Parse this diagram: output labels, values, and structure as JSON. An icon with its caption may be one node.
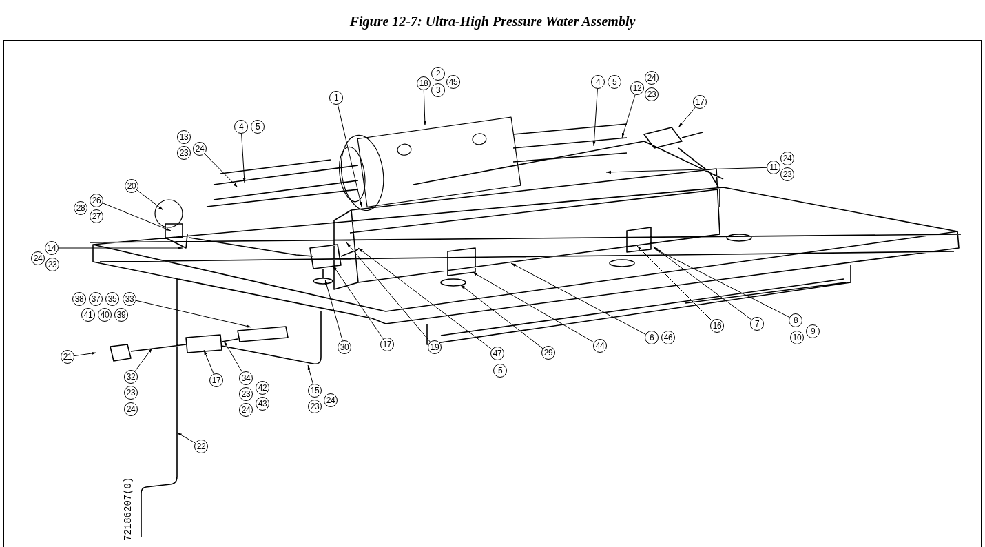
{
  "diagram": {
    "title": "Figure 12-7:  Ultra-High Pressure Water Assembly",
    "nodes": [
      {
        "text": [
          "18",
          "2",
          "3",
          "45"
        ]
      },
      {
        "text": [
          "4",
          "5"
        ]
      },
      {
        "text": [
          "12",
          "24",
          "23"
        ]
      },
      {
        "text": [
          "17"
        ]
      },
      {
        "text": [
          "1"
        ]
      },
      {
        "text": [
          "4",
          "5"
        ]
      },
      {
        "text": [
          "13",
          "23",
          "24"
        ]
      },
      {
        "text": [
          "11",
          "24",
          "23"
        ]
      },
      {
        "text": [
          "20"
        ]
      },
      {
        "text": [
          "28",
          "26",
          "27"
        ]
      },
      {
        "text": [
          "14",
          "24",
          "23"
        ]
      },
      {
        "text": [
          "38",
          "37",
          "35",
          "33",
          "41",
          "40",
          "39"
        ]
      },
      {
        "text": [
          "21"
        ]
      },
      {
        "text": [
          "32",
          "23",
          "24"
        ]
      },
      {
        "text": [
          "17"
        ]
      },
      {
        "text": [
          "34",
          "23",
          "42",
          "24",
          "43"
        ]
      },
      {
        "text": [
          "15",
          "23",
          "24"
        ]
      },
      {
        "text": [
          "22"
        ]
      },
      {
        "text": [
          "30"
        ]
      },
      {
        "text": [
          "17"
        ]
      },
      {
        "text": [
          "19"
        ]
      },
      {
        "text": [
          "47",
          "5"
        ]
      },
      {
        "text": [
          "29"
        ]
      },
      {
        "text": [
          "44"
        ]
      },
      {
        "text": [
          "6",
          "46"
        ]
      },
      {
        "text": [
          "16"
        ]
      },
      {
        "text": [
          "7"
        ]
      },
      {
        "text": [
          "8",
          "9",
          "10"
        ]
      }
    ],
    "edges": [
      {
        "from": 0,
        "to": null,
        "arrow": "to"
      },
      {
        "from": 1,
        "to": null,
        "arrow": "to"
      },
      {
        "from": 2,
        "to": null,
        "arrow": "to"
      },
      {
        "from": 3,
        "to": null,
        "arrow": "to"
      },
      {
        "from": 4,
        "to": null,
        "arrow": "to"
      },
      {
        "from": 5,
        "to": null,
        "arrow": "to"
      },
      {
        "from": 6,
        "to": null,
        "arrow": "to"
      },
      {
        "from": 7,
        "to": null,
        "arrow": "to"
      },
      {
        "from": 8,
        "to": null,
        "arrow": "to"
      },
      {
        "from": 9,
        "to": null,
        "arrow": "to"
      },
      {
        "from": 10,
        "to": null,
        "arrow": "to"
      },
      {
        "from": 11,
        "to": null,
        "arrow": "to"
      },
      {
        "from": 12,
        "to": null,
        "arrow": "to"
      },
      {
        "from": 13,
        "to": null,
        "arrow": "to"
      },
      {
        "from": 14,
        "to": null,
        "arrow": "to"
      },
      {
        "from": 15,
        "to": null,
        "arrow": "to"
      },
      {
        "from": 16,
        "to": null,
        "arrow": "to"
      },
      {
        "from": 17,
        "to": null,
        "arrow": "to"
      },
      {
        "from": 18,
        "to": null,
        "arrow": "to"
      },
      {
        "from": 19,
        "to": null,
        "arrow": "to"
      },
      {
        "from": 20,
        "to": null,
        "arrow": "to"
      },
      {
        "from": 21,
        "to": null,
        "arrow": "to"
      },
      {
        "from": 22,
        "to": null,
        "arrow": "to"
      },
      {
        "from": 23,
        "to": null,
        "arrow": "to"
      },
      {
        "from": 24,
        "to": null,
        "arrow": "to"
      },
      {
        "from": 25,
        "to": null,
        "arrow": "to"
      },
      {
        "from": 26,
        "to": null,
        "arrow": "to"
      },
      {
        "from": 27,
        "to": null,
        "arrow": "to"
      }
    ],
    "labels": [
      "72186207(0)"
    ]
  }
}
